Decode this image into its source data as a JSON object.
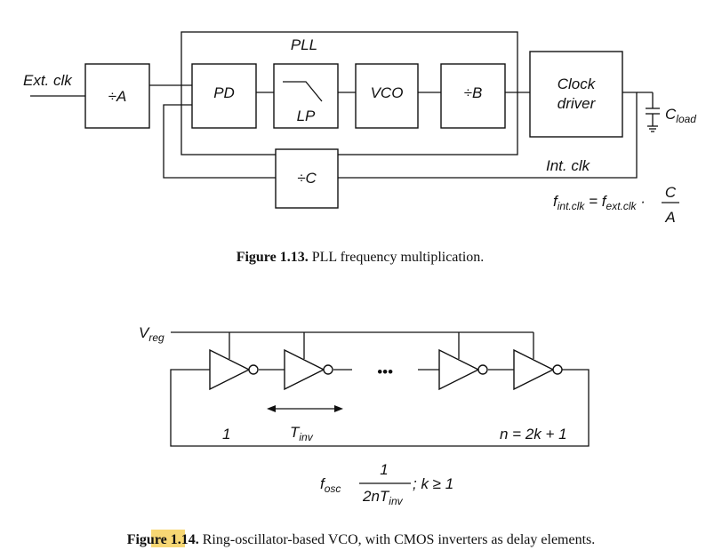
{
  "fig113": {
    "ext_clk": "Ext. clk",
    "div_a": "÷A",
    "pll": "PLL",
    "pd": "PD",
    "lp": "LP",
    "vco": "VCO",
    "div_b": "÷B",
    "clock_driver_1": "Clock",
    "clock_driver_2": "driver",
    "c_load": "C",
    "c_load_sub": "load",
    "int_clk": "Int. clk",
    "div_c": "÷C",
    "formula": {
      "f1": "f",
      "f1_sub": "int.clk",
      "eq": " = f",
      "f2_sub": "ext.clk",
      "dot": " ·",
      "num": "C",
      "den": "A"
    },
    "caption_label": "Figure 1.13.",
    "caption_text": " PLL frequency multiplication."
  },
  "fig114": {
    "vreg": "V",
    "vreg_sub": "reg",
    "stage_first": "1",
    "tinv": "T",
    "tinv_sub": "inv",
    "stage_last": "n = 2k + 1",
    "ellipsis": "•••",
    "fosc": "f",
    "fosc_sub": "osc",
    "num": "1",
    "den": "2nT",
    "den_sub": "inv",
    "tail": "; k ≥ 1",
    "caption_label": "Figure 1.14.",
    "caption_hl": "Ring",
    "caption_text": "-oscillator-based VCO, with CMOS inverters as delay elements."
  }
}
